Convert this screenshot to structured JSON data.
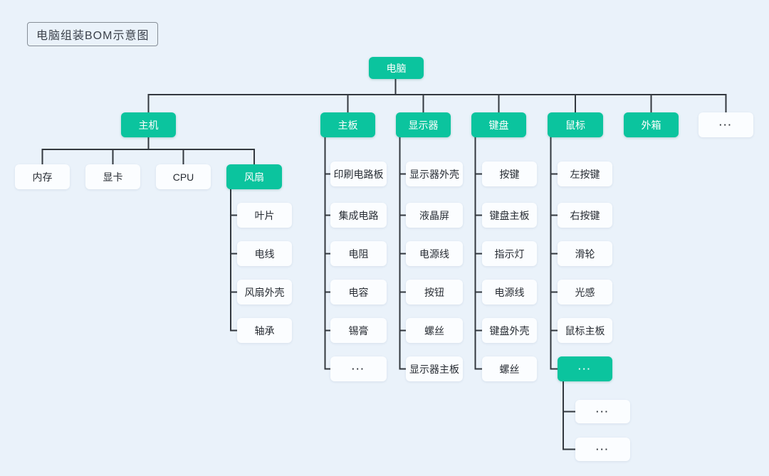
{
  "title": "电脑组装BOM示意图",
  "colors": {
    "accent_green": "#0bc49e",
    "background": "#eaf2fa",
    "connector_line": "#33383e",
    "node_background": "#fbfdff",
    "node_text": "#272c33"
  },
  "nodes": {
    "root": "电脑",
    "level2": [
      "主机",
      "主板",
      "显示器",
      "键盘",
      "鼠标",
      "外箱",
      "···"
    ],
    "host_children": [
      "内存",
      "显卡",
      "CPU",
      "风扇"
    ],
    "fan_children": [
      "叶片",
      "电线",
      "风扇外壳",
      "轴承"
    ],
    "motherboard_children": [
      "印刷电路板",
      "集成电路",
      "电阻",
      "电容",
      "锡膏",
      "···"
    ],
    "monitor_children": [
      "显示器外壳",
      "液晶屏",
      "电源线",
      "按钮",
      "螺丝",
      "显示器主板"
    ],
    "keyboard_children": [
      "按键",
      "键盘主板",
      "指示灯",
      "电源线",
      "键盘外壳",
      "螺丝"
    ],
    "mouse_children": [
      "左按键",
      "右按键",
      "滑轮",
      "光感",
      "鼠标主板",
      "···"
    ],
    "mouse_more_children": [
      "···",
      "···"
    ]
  }
}
